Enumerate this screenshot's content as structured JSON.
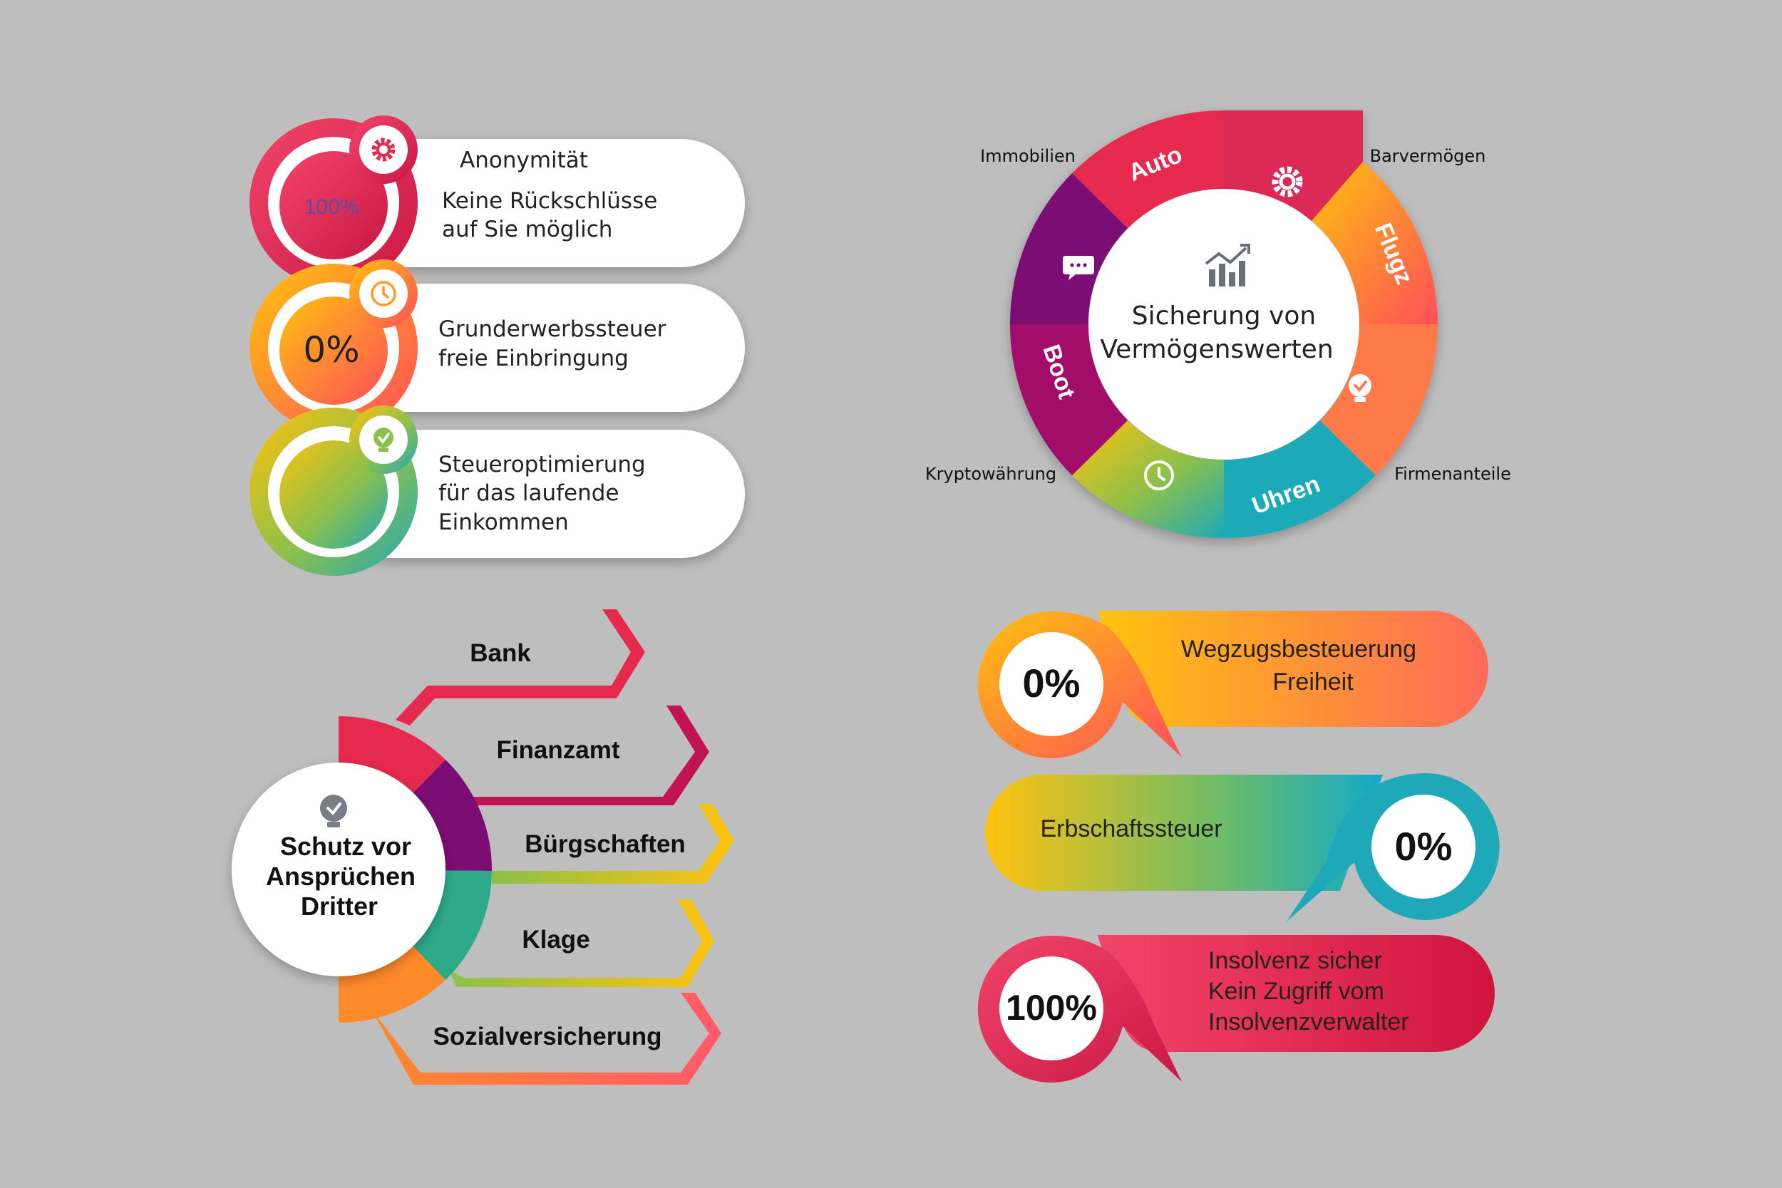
{
  "panel_top_left": {
    "items": [
      {
        "badge": "100%",
        "icon": "gear-icon",
        "title": "Anonymität",
        "line1": "Keine Rückschlüsse",
        "line2": "auf Sie möglich"
      },
      {
        "badge": "0%",
        "icon": "clock-icon",
        "line1": "Grunderwerbssteuer",
        "line2": "freie Einbringung"
      },
      {
        "icon": "lightbulb-check-icon",
        "line1": "Steueroptimierung",
        "line2": "für das laufende",
        "line3": "Einkommen"
      }
    ]
  },
  "panel_top_right": {
    "center_line1": "Sicherung von",
    "center_line2": "Vermögenswerten",
    "center_icon": "growth-chart-icon",
    "segments": [
      {
        "label": "Auto",
        "color": "#e6294f"
      },
      {
        "label": "Flugz",
        "color": "#ff8a2a",
        "icon": "gear-icon"
      },
      {
        "label": "Uhren",
        "color": "#1fa9b8",
        "icon": "lightbulb-check-icon"
      },
      {
        "label": "Boot",
        "color": "#a3106a",
        "icon": "clock-icon"
      },
      {
        "icon": "chat-icon",
        "color": "#7c0d74"
      }
    ],
    "outer_labels": [
      "Immobilien",
      "Barvermögen",
      "Firmenanteile",
      "Kryptowährung"
    ]
  },
  "panel_bottom_left": {
    "center_line1": "Schutz vor",
    "center_line2": "Ansprüchen",
    "center_line3": "Dritter",
    "center_icon": "lightbulb-check-icon",
    "arrows": [
      "Bank",
      "Finanzamt",
      "Bürgschaften",
      "Klage",
      "Sozialversicherung"
    ]
  },
  "panel_bottom_right": {
    "items": [
      {
        "badge": "0%",
        "line1": "Wegzugsbesteuerung",
        "line2": "Freiheit"
      },
      {
        "badge": "0%",
        "line1": "Erbschaftssteuer"
      },
      {
        "badge": "100%",
        "line1": "Insolvenz sicher",
        "line2": "Kein Zugriff vom",
        "line3": "Insolvenzverwalter"
      }
    ]
  },
  "colors": {
    "background": "#bebebe",
    "pink": "#e6294f",
    "orange": "#ff8a2a",
    "yellow": "#ffc20e",
    "green": "#8cc04b",
    "teal": "#1fa9b8",
    "purple": "#7c0d74"
  }
}
